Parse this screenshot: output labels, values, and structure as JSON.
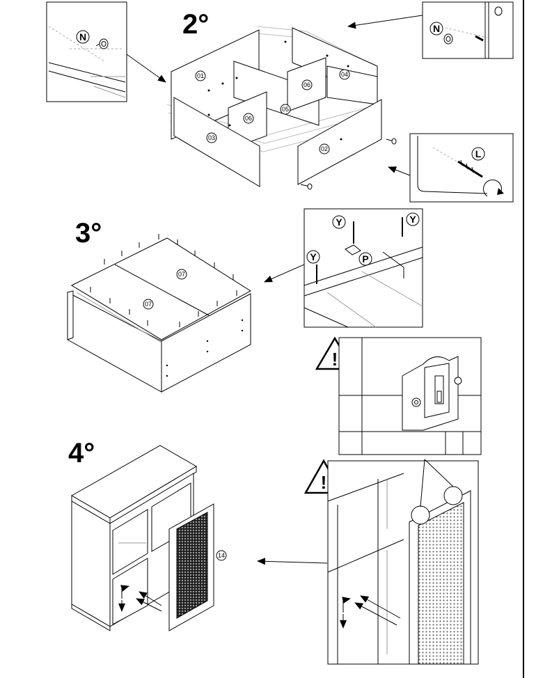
{
  "steps": {
    "s2": "2°",
    "s3": "3°",
    "s4": "4°"
  },
  "panels": {
    "p01": "01",
    "p02": "02",
    "p03": "03",
    "p04": "04",
    "p05": "05",
    "p06a": "06",
    "p06b": "06",
    "p07a": "07",
    "p07b": "07",
    "p14": "14"
  },
  "callouts": {
    "n1": "N",
    "n2": "N",
    "l": "L",
    "y1": "Y",
    "y2": "Y",
    "y3": "Y",
    "p": "P"
  },
  "warnings": {
    "w1": "!",
    "w2": "!"
  },
  "icons": [
    "arrow-icon",
    "warning-icon",
    "screw-icon",
    "dowel-icon",
    "rotate-icon"
  ]
}
